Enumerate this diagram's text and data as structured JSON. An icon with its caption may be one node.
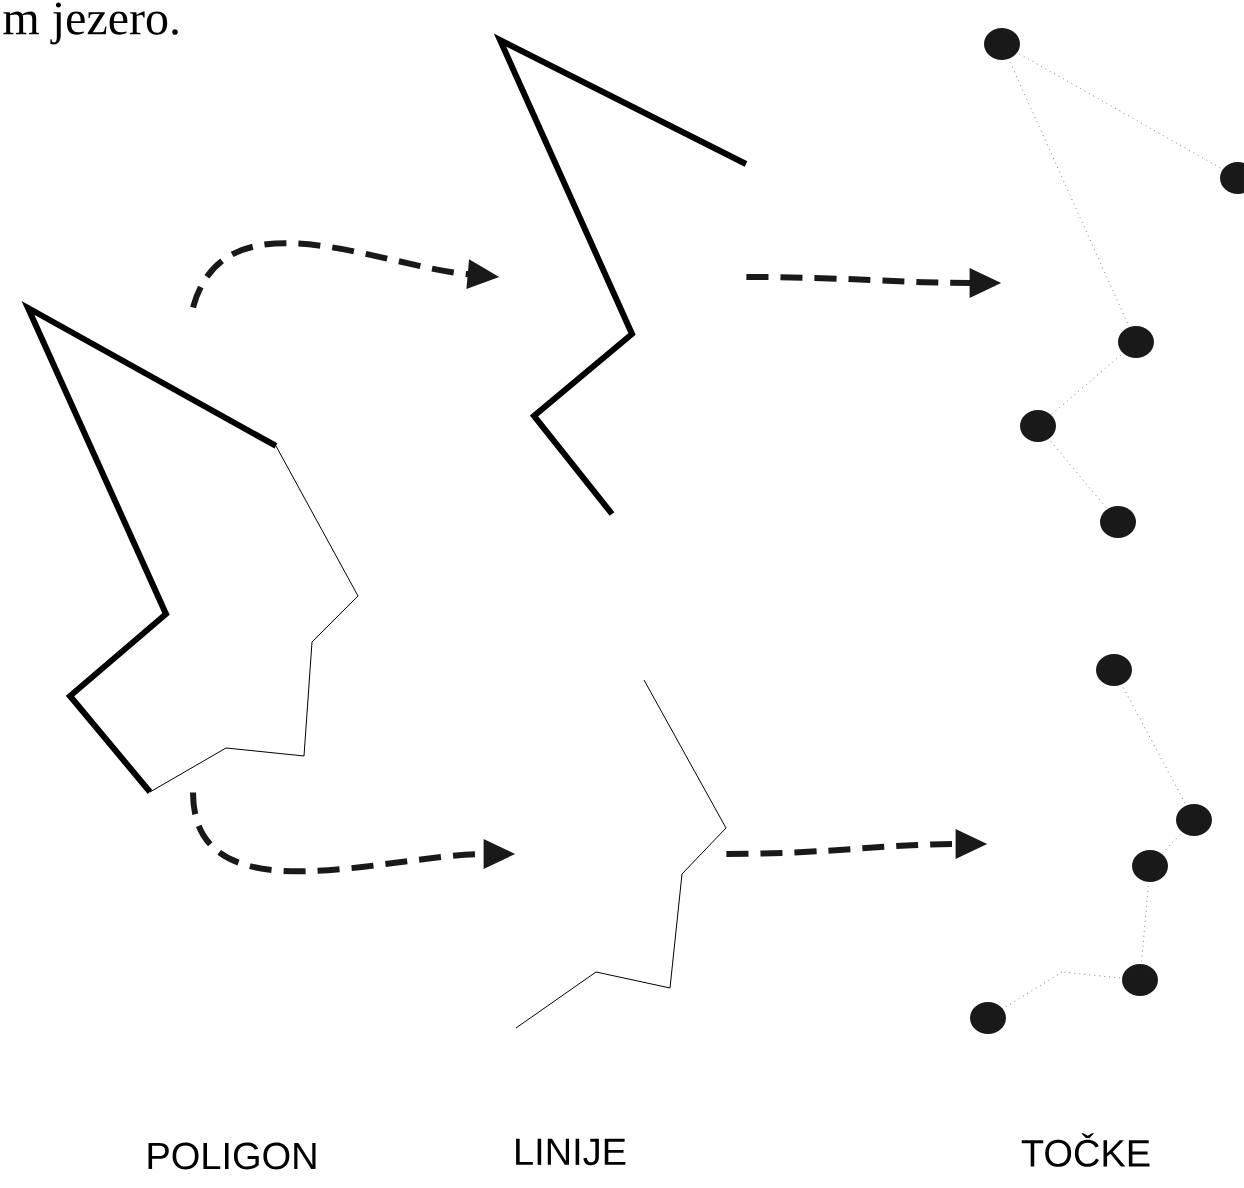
{
  "diagram": {
    "nodes": [
      {
        "text": [],
        "shape": "picture"
      },
      {
        "text": [],
        "shape": "picture"
      },
      {
        "text": [],
        "shape": "picture"
      },
      {
        "text": [],
        "shape": "picture"
      },
      {
        "text": [],
        "shape": "picture"
      }
    ],
    "edges": [
      {
        "from": 0,
        "to": 1,
        "arrow": "to",
        "style": "dashed"
      },
      {
        "from": 1,
        "to": 3,
        "arrow": "to",
        "style": "dashed"
      },
      {
        "from": 0,
        "to": 2,
        "arrow": "to",
        "style": "dashed"
      },
      {
        "from": 2,
        "to": 4,
        "arrow": "to",
        "style": "dashed"
      }
    ],
    "labels": [
      "m jezero.",
      "POLIGON",
      "LINIJE",
      "TOČKE"
    ]
  }
}
